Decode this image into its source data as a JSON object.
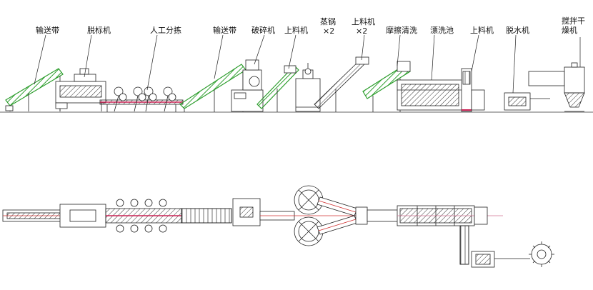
{
  "labels": {
    "conveyor_1": "输送带",
    "label_remover": "脱标机",
    "manual_sorting": "人工分拣",
    "conveyor_2": "输送带",
    "crusher": "破碎机",
    "feeder_1": "上料机",
    "steam_pot": "蒸锅",
    "steam_pot_qty": "×2",
    "feeder_2": "上料机",
    "feeder_2_qty": "×2",
    "friction_washer": "摩擦清洗",
    "rinsing_tank": "漂洗池",
    "feeder_3": "上料机",
    "dewatering": "脱水机",
    "dryer_line1": "搅拌干",
    "dryer_line2": "燥机"
  },
  "colors": {
    "line": "#222222",
    "conveyor": "#2e9e2e",
    "highlight": "#cc2255",
    "plan_red": "#d03030",
    "plan_pink": "#d07090"
  }
}
